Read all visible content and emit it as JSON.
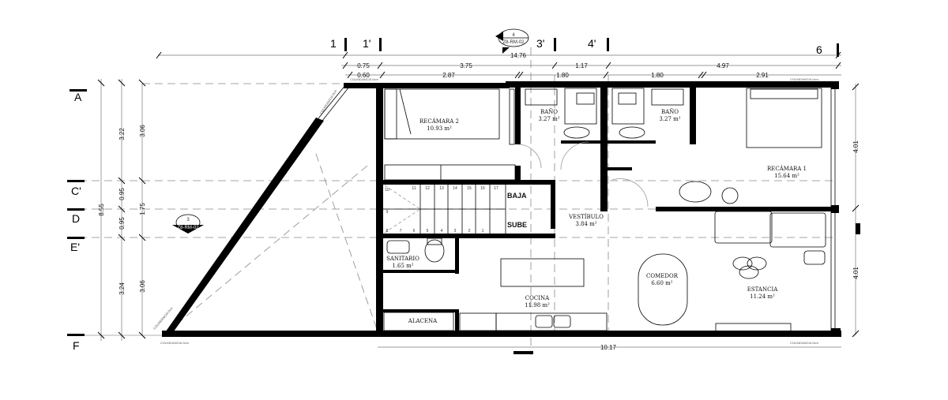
{
  "grid_axes": {
    "vertical": [
      "1",
      "1'",
      "3'",
      "4'",
      "6"
    ],
    "horizontal": [
      "A",
      "C'",
      "D",
      "E'",
      "F"
    ]
  },
  "dimensions": {
    "top_total": "14.76",
    "top_row2": [
      "0.75",
      "3.75",
      "1.17",
      "4.97"
    ],
    "top_row3": [
      "0.60",
      "2.87",
      "1.80",
      "1.80",
      "2.91"
    ],
    "left_total": "8.55",
    "left_col2": [
      "3.22",
      "0.95",
      "0.95",
      "3.24"
    ],
    "left_col3": [
      "3.06",
      "1.75",
      "3.06"
    ],
    "right": [
      "4.01",
      "4.01"
    ],
    "bottom": "10.17"
  },
  "section_markers": [
    {
      "number": "4",
      "sheet": "Z8-RM-02"
    },
    {
      "number": "3",
      "sheet": "Z8-RM-02"
    }
  ],
  "boundary_label": "COLINDANCIA 0cm",
  "rooms": [
    {
      "name": "RECÁMARA 2",
      "area": "10.93 m²"
    },
    {
      "name": "BAÑO",
      "area": "3.27 m²"
    },
    {
      "name": "BAÑO",
      "area": "3.27 m²"
    },
    {
      "name": "RECÁMARA 1",
      "area": "15.64 m²"
    },
    {
      "name": "VESTÍBULO",
      "area": "3.84 m²"
    },
    {
      "name": "SANITARIO",
      "area": "1.65 m²"
    },
    {
      "name": "COCINA",
      "area": "11.98 m²"
    },
    {
      "name": "COMEDOR",
      "area": "6.60 m²"
    },
    {
      "name": "ESTANCIA",
      "area": "11.24 m²"
    },
    {
      "name": "ALACENA",
      "area": ""
    }
  ],
  "stairs": {
    "down_label": "BAJA",
    "up_label": "SUBE",
    "steps": [
      "1",
      "2",
      "3",
      "4",
      "5",
      "6",
      "7",
      "8",
      "9",
      "10",
      "11",
      "12",
      "13",
      "14",
      "15",
      "16",
      "17"
    ]
  }
}
